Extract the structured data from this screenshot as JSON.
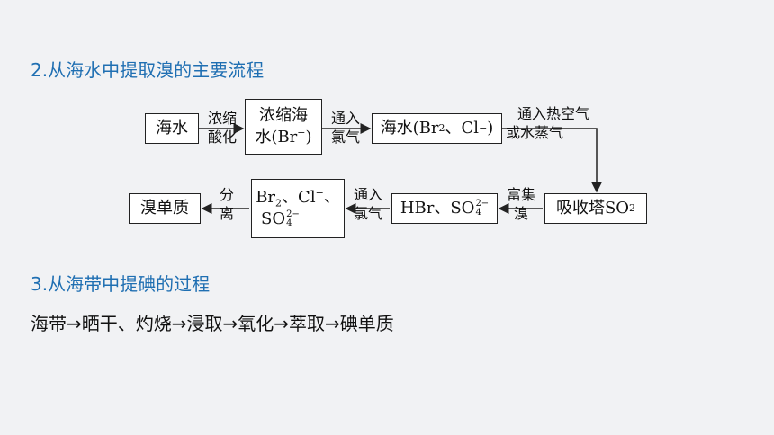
{
  "headings": {
    "bromine": "2.从海水中提取溴的主要流程",
    "iodine": "3.从海带中提碘的过程"
  },
  "bromine_flow": {
    "box_seawater": "海水",
    "label_concentrate_1": "浓缩",
    "label_concentrate_2": "酸化",
    "box_concentrated_1": "浓缩海",
    "box_concentrated_2": "水(Br",
    "box_concentrated_sup": "−",
    "box_concentrated_3": ")",
    "label_chlorine_1": "通入",
    "label_chlorine_2": "氯气",
    "box_seawater_br_1": "海水(Br",
    "box_seawater_br_sub": "2",
    "box_seawater_br_2": "、Cl",
    "box_seawater_br_sup": "−",
    "box_seawater_br_3": ")",
    "label_air_1": "通入热空气",
    "label_air_2": "或水蒸气",
    "box_absorber_1": "吸收塔SO",
    "box_absorber_sub": "2",
    "label_enrich_1": "富集",
    "label_enrich_2": "溴",
    "box_hbr_1": "HBr、SO",
    "box_hbr_sup": "2−",
    "box_hbr_sub": "4",
    "label_chlorine2_1": "通入",
    "label_chlorine2_2": "氯气",
    "box_mix_1": "Br",
    "box_mix_sub": "2",
    "box_mix_2": "、Cl",
    "box_mix_sup": "−",
    "box_mix_3": "、",
    "box_mix_4": "SO",
    "box_mix_sup2": "2−",
    "box_mix_sub2": "4",
    "label_separate_1": "分",
    "label_separate_2": "离",
    "box_bromine": "溴单质"
  },
  "iodine_process": "海带→晒干、灼烧→浸取→氧化→萃取→碘单质"
}
